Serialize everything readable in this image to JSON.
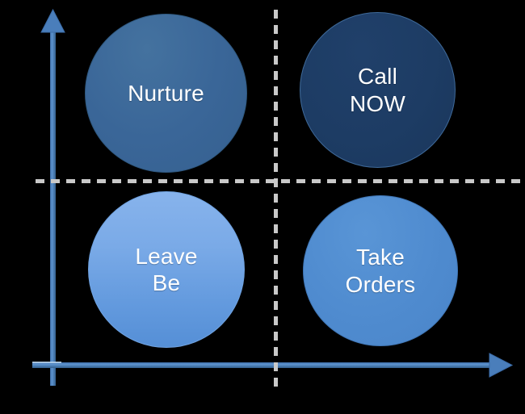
{
  "diagram": {
    "type": "2x2-quadrant-bubble-matrix",
    "background_color": "#000000",
    "axes": {
      "color": "#4a7ebb",
      "edge_color": "#2e5f91",
      "y_axis": {
        "name": "vertical-axis",
        "arrow": "up"
      },
      "x_axis": {
        "name": "horizontal-axis",
        "arrow": "right"
      }
    },
    "dividers": {
      "color": "#c9c9c9",
      "style": "dashed",
      "horizontal": {
        "name": "horizontal-divider"
      },
      "vertical": {
        "name": "vertical-divider"
      }
    },
    "bubbles": [
      {
        "id": "nurture",
        "label": "Nurture",
        "quadrant": "top-left",
        "fill": "#3a6698",
        "text_color": "#ffffff"
      },
      {
        "id": "call-now",
        "label": "Call\nNOW",
        "quadrant": "top-right",
        "fill": "#1d3c64",
        "text_color": "#ffffff"
      },
      {
        "id": "leave-be",
        "label": "Leave\nBe",
        "quadrant": "bottom-left",
        "fill": "#7aaae7",
        "text_color": "#ffffff"
      },
      {
        "id": "take-orders",
        "label": "Take\nOrders",
        "quadrant": "bottom-right",
        "fill": "#4f8bcf",
        "text_color": "#ffffff"
      }
    ]
  }
}
